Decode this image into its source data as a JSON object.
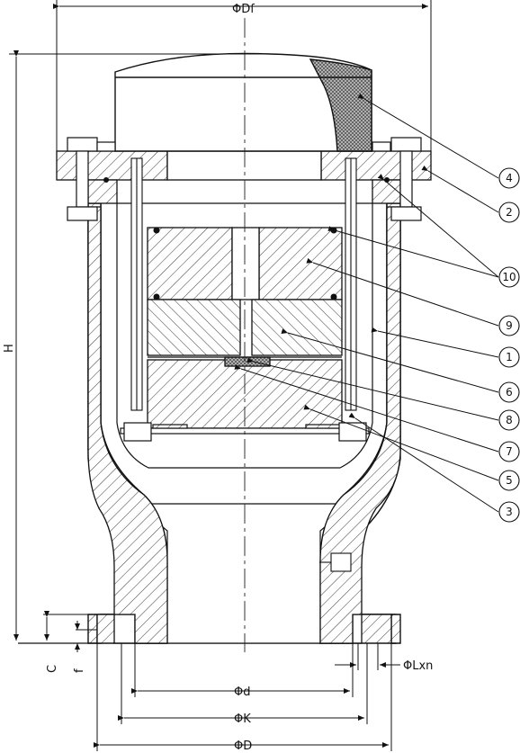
{
  "dimensions": {
    "df": "ΦDf",
    "h": "H",
    "c": "C",
    "f": "f",
    "d": "Φd",
    "k": "ΦK",
    "dd": "ΦD",
    "lxn": "ΦLxn"
  },
  "callouts": [
    "4",
    "2",
    "10",
    "9",
    "1",
    "6",
    "8",
    "7",
    "5",
    "3"
  ]
}
